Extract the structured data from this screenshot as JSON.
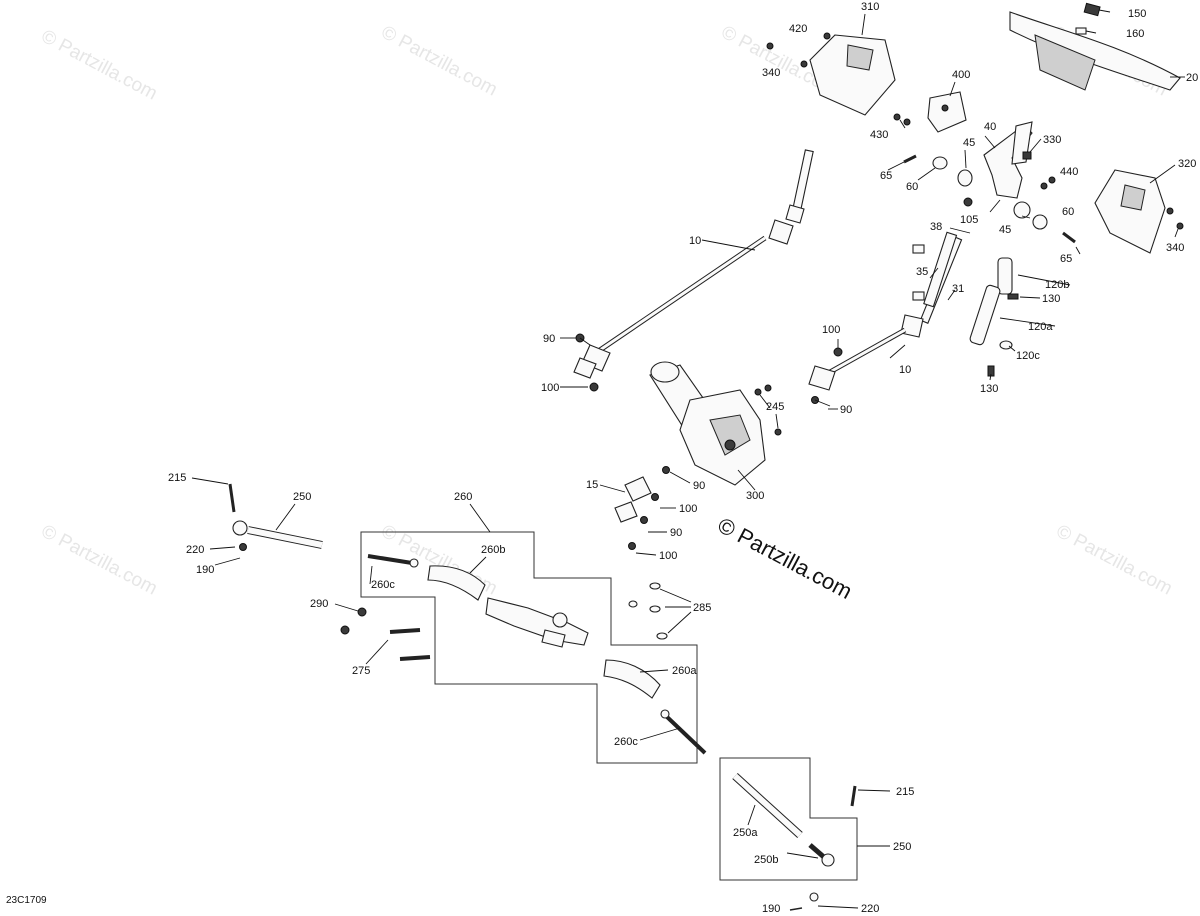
{
  "diagram": {
    "reference_code": "23C1709",
    "brand_watermark": "© Partzilla.com",
    "faint_watermark": "© Partzilla.com",
    "callouts": {
      "c10a": "10",
      "c10b": "10",
      "c15": "15",
      "c20": "20",
      "c31": "31",
      "c35": "35",
      "c38": "38",
      "c40": "40",
      "c45a": "45",
      "c45b": "45",
      "c60a": "60",
      "c60b": "60",
      "c65a": "65",
      "c65b": "65",
      "c90a": "90",
      "c90b": "90",
      "c90c": "90",
      "c90d": "90",
      "c100a": "100",
      "c100b": "100",
      "c100c": "100",
      "c100d": "100",
      "c105": "105",
      "c120a": "120a",
      "c120b": "120b",
      "c120c": "120c",
      "c130a": "130",
      "c130b": "130",
      "c150": "150",
      "c160": "160",
      "c190a": "190",
      "c190b": "190",
      "c215a": "215",
      "c215b": "215",
      "c220a": "220",
      "c220b": "220",
      "c245": "245",
      "c250a": "250",
      "c250b": "250",
      "c250a2": "250a",
      "c250b2": "250b",
      "c260": "260",
      "c260a": "260a",
      "c260b": "260b",
      "c260c1": "260c",
      "c260c2": "260c",
      "c275": "275",
      "c285": "285",
      "c290": "290",
      "c300": "300",
      "c310": "310",
      "c320": "320",
      "c330": "330",
      "c340a": "340",
      "c340b": "340",
      "c400": "400",
      "c420": "420",
      "c430": "430",
      "c440": "440"
    }
  }
}
